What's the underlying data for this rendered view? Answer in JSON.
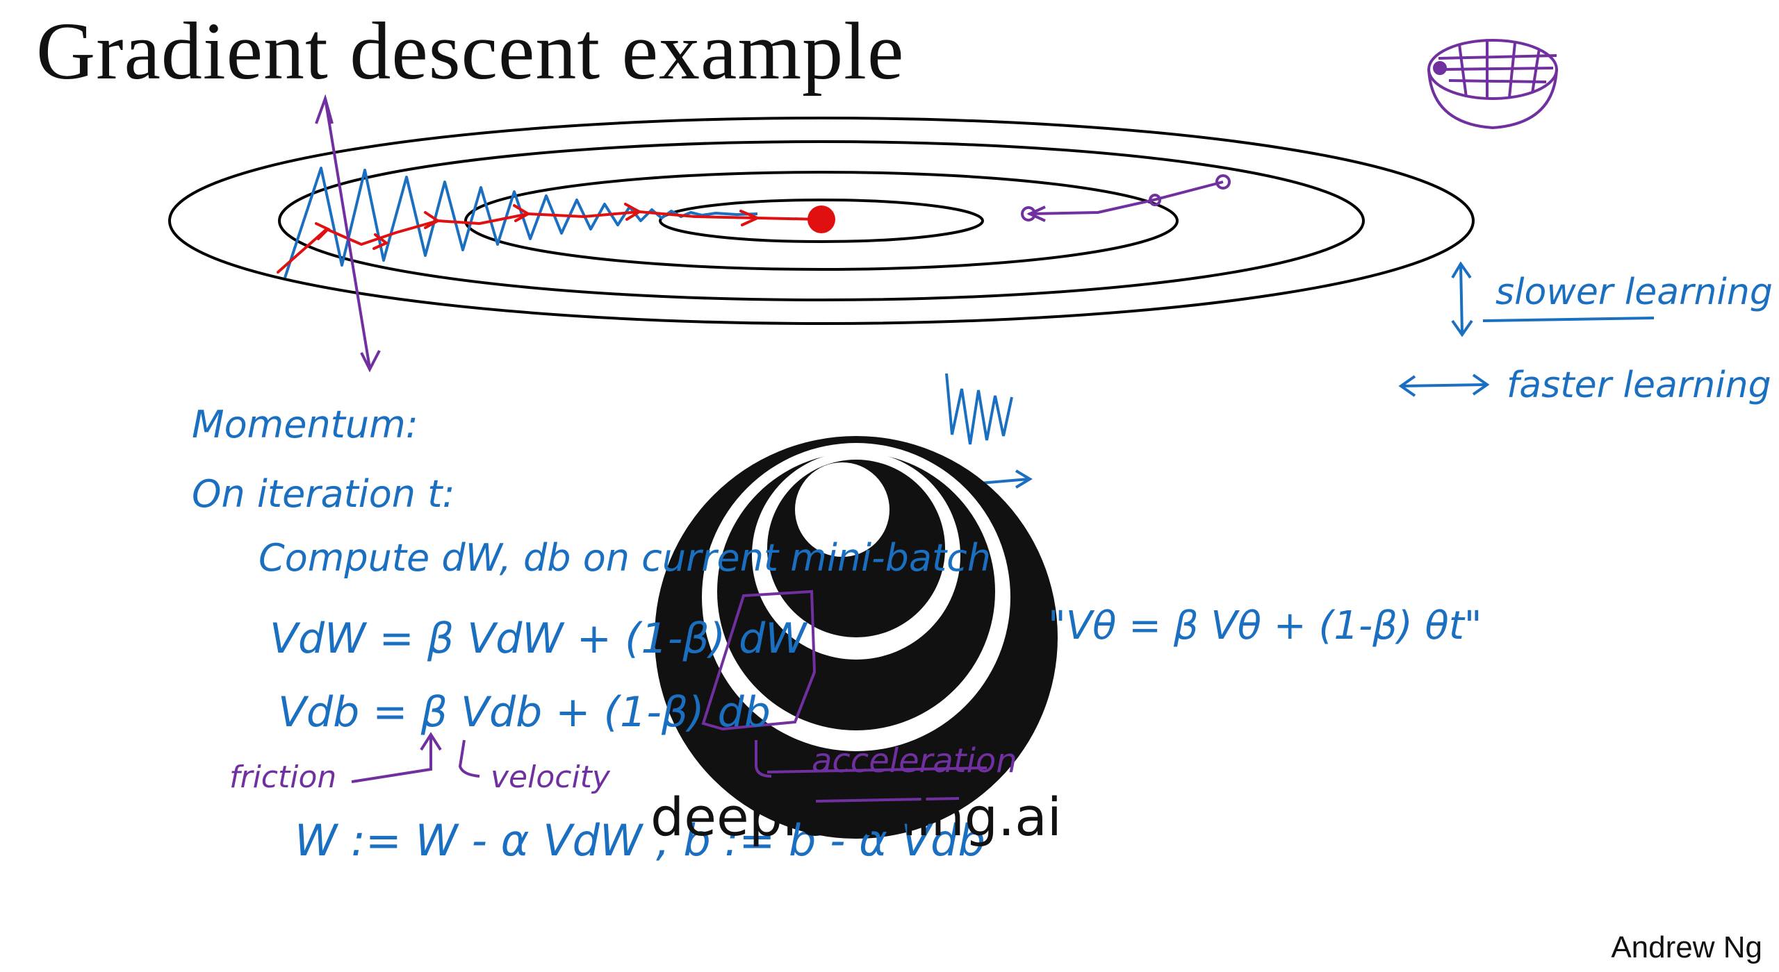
{
  "slide": {
    "title": "Gradient descent example",
    "author": "Andrew Ng",
    "watermark": "deeplearning.ai"
  },
  "annotations": {
    "slower": "slower learning",
    "faster": "faster learning",
    "momentum": "Momentum:",
    "iteration": "On iteration t:",
    "compute": "Compute dW, db on current mini-batch",
    "vdw": "VdW = β VdW + (1-β) dW",
    "vdb": "Vdb = β Vdb + (1-β) db",
    "ewa": "\"Vθ = β Vθ + (1-β) θt\"",
    "friction": "friction",
    "velocity": "velocity",
    "acceleration": "acceleration",
    "update": "W := W - α VdW , b := b - α Vdb"
  },
  "colors": {
    "ink_blue": "#1a6fc0",
    "ink_red": "#e01010",
    "ink_purple": "#7030a0",
    "contour": "#000000"
  }
}
